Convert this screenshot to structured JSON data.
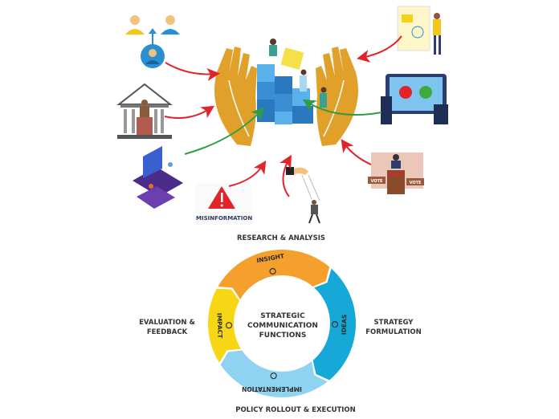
{
  "illustration": {
    "misinformation_label": "MISINFORMATION",
    "vote_label": "VOTE",
    "colors": {
      "hands": "#e0a02a",
      "red_arrow": "#e3232a",
      "green_arrow": "#2e9e44",
      "puzzle_blue": "#3a8fd4",
      "puzzle_yellow": "#f5e04a"
    }
  },
  "cycle": {
    "center_title": [
      "STRATEGIC",
      "COMMUNICATION",
      "FUNCTIONS"
    ],
    "segments": [
      {
        "label": "INSIGHT",
        "icon": "magnifier-icon",
        "color": "#f5a02c"
      },
      {
        "label": "IDEAS",
        "icon": "lightbulb-icon",
        "color": "#16a9d8"
      },
      {
        "label": "IMPLEMENTATION",
        "icon": "rocket-icon",
        "color": "#8fd3f2"
      },
      {
        "label": "IMPACT",
        "icon": "chart-person-icon",
        "color": "#f7d615"
      }
    ],
    "outer_labels": {
      "top": "RESEARCH & ANALYSIS",
      "right": [
        "STRATEGY",
        "FORMULATION"
      ],
      "bottom": "POLICY ROLLOUT & EXECUTION",
      "left": [
        "EVALUATION &",
        "FEEDBACK"
      ]
    }
  }
}
